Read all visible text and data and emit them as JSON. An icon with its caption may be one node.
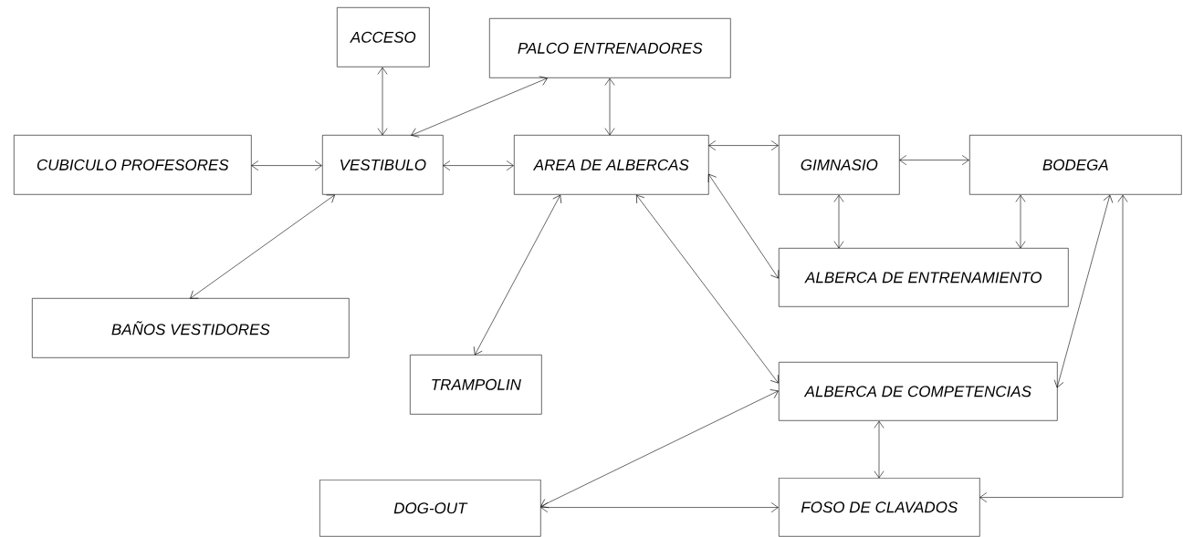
{
  "diagram": {
    "nodes": [
      {
        "text": [
          "ACCESO"
        ]
      },
      {
        "text": [
          "PALCO ENTRENADORES"
        ]
      },
      {
        "text": [
          "CUBICULO PROFESORES"
        ]
      },
      {
        "text": [
          "VESTIBULO"
        ]
      },
      {
        "text": [
          "AREA DE ALBERCAS"
        ]
      },
      {
        "text": [
          "GIMNASIO"
        ]
      },
      {
        "text": [
          "BODEGA"
        ]
      },
      {
        "text": [
          "ALBERCA DE ENTRENAMIENTO"
        ]
      },
      {
        "text": [
          "BAÑOS VESTIDORES"
        ]
      },
      {
        "text": [
          "TRAMPOLIN"
        ]
      },
      {
        "text": [
          "ALBERCA DE COMPETENCIAS"
        ]
      },
      {
        "text": [
          "DOG-OUT"
        ]
      },
      {
        "text": [
          "FOSO DE CLAVADOS"
        ]
      }
    ],
    "edges": [
      {
        "from": 0,
        "to": 3,
        "arrow": "both"
      },
      {
        "from": 1,
        "to": 3,
        "arrow": "both"
      },
      {
        "from": 1,
        "to": 4,
        "arrow": "both"
      },
      {
        "from": 2,
        "to": 3,
        "arrow": "both"
      },
      {
        "from": 3,
        "to": 4,
        "arrow": "both"
      },
      {
        "from": 4,
        "to": 5,
        "arrow": "both"
      },
      {
        "from": 5,
        "to": 6,
        "arrow": "both"
      },
      {
        "from": 5,
        "to": 7,
        "arrow": "both"
      },
      {
        "from": 6,
        "to": 7,
        "arrow": "both"
      },
      {
        "from": 4,
        "to": 7,
        "arrow": "both"
      },
      {
        "from": 3,
        "to": 8,
        "arrow": "both"
      },
      {
        "from": 4,
        "to": 9,
        "arrow": "both"
      },
      {
        "from": 4,
        "to": 10,
        "arrow": "both"
      },
      {
        "from": 6,
        "to": 10,
        "arrow": "both"
      },
      {
        "from": 6,
        "to": 12,
        "arrow": "both"
      },
      {
        "from": 10,
        "to": 11,
        "arrow": "both"
      },
      {
        "from": 10,
        "to": 12,
        "arrow": "both"
      },
      {
        "from": 11,
        "to": 12,
        "arrow": "both"
      }
    ]
  }
}
